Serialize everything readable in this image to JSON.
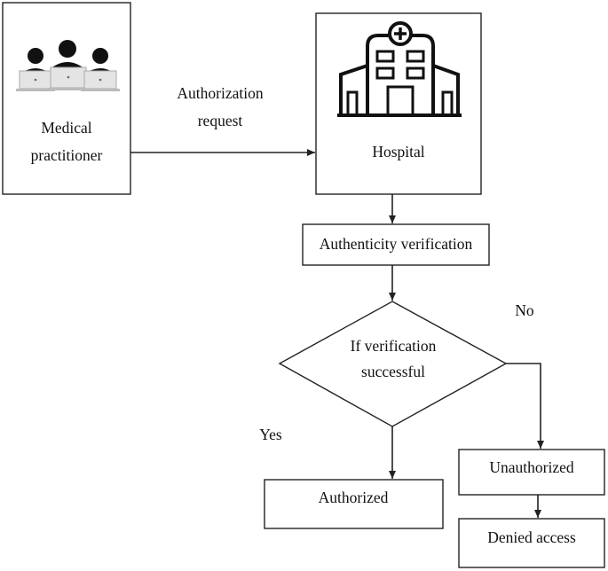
{
  "nodes": {
    "medical_practitioner": {
      "line1": "Medical",
      "line2": "practitioner",
      "icon": "people-at-laptops-icon"
    },
    "hospital": {
      "label": "Hospital",
      "icon": "hospital-building-icon"
    },
    "authenticity_verification": {
      "label": "Authenticity verification"
    },
    "decision": {
      "line1": "If verification",
      "line2": "successful"
    },
    "authorized": {
      "label": "Authorized"
    },
    "unauthorized": {
      "label": "Unauthorized"
    },
    "denied_access": {
      "label": "Denied access"
    }
  },
  "edges": {
    "request": {
      "line1": "Authorization",
      "line2": "request"
    },
    "no": {
      "label": "No"
    },
    "yes": {
      "label": "Yes"
    }
  }
}
